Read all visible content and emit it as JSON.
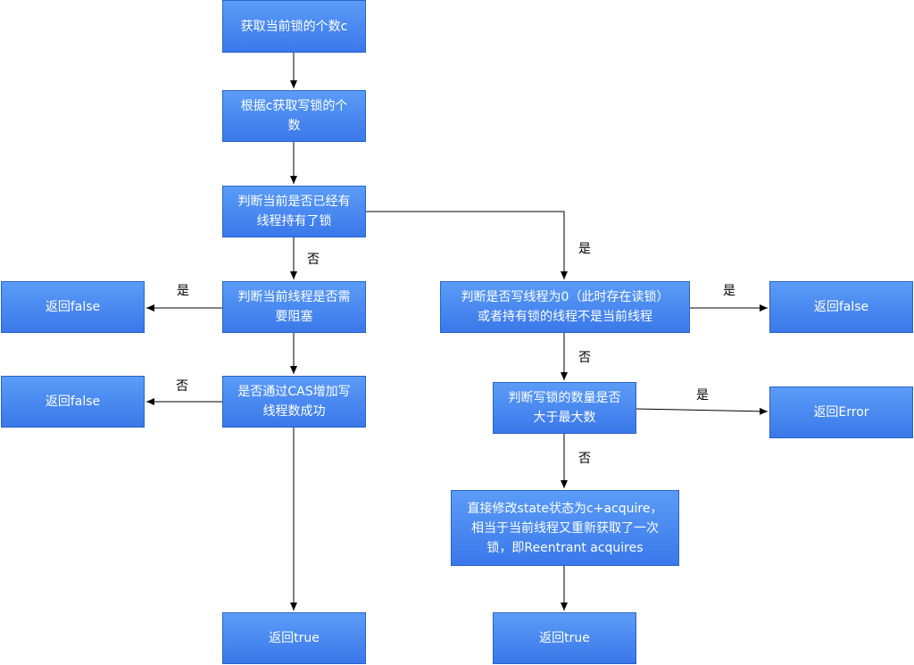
{
  "nodes": {
    "get_count": "获取当前锁的个数c",
    "get_write_count": "根据c获取写锁的个\n数",
    "check_has_holder": "判断当前是否已经有\n线程持有了锁",
    "check_block": "判断当前线程是否需\n要阻塞",
    "ret_false_1": "返回false",
    "cas_add": "是否通过CAS增加写\n线程数成功",
    "ret_false_2": "返回false",
    "ret_true_1": "返回true",
    "check_zero": "判断是否写线程为0（此时存在读锁）\n或者持有锁的线程不是当前线程",
    "ret_false_3": "返回false",
    "check_max": "判断写锁的数量是否\n大于最大数",
    "ret_error": "返回Error",
    "set_state": "直接修改state状态为c+acquire，\n相当于当前线程又重新获取了一次\n锁，即Reentrant acquires",
    "ret_true_2": "返回true"
  },
  "edge_labels": {
    "no_1": "否",
    "yes_1": "是",
    "yes_2": "是",
    "no_2": "否",
    "yes_3": "是",
    "no_3": "否",
    "yes_4": "是",
    "no_4": "否"
  }
}
